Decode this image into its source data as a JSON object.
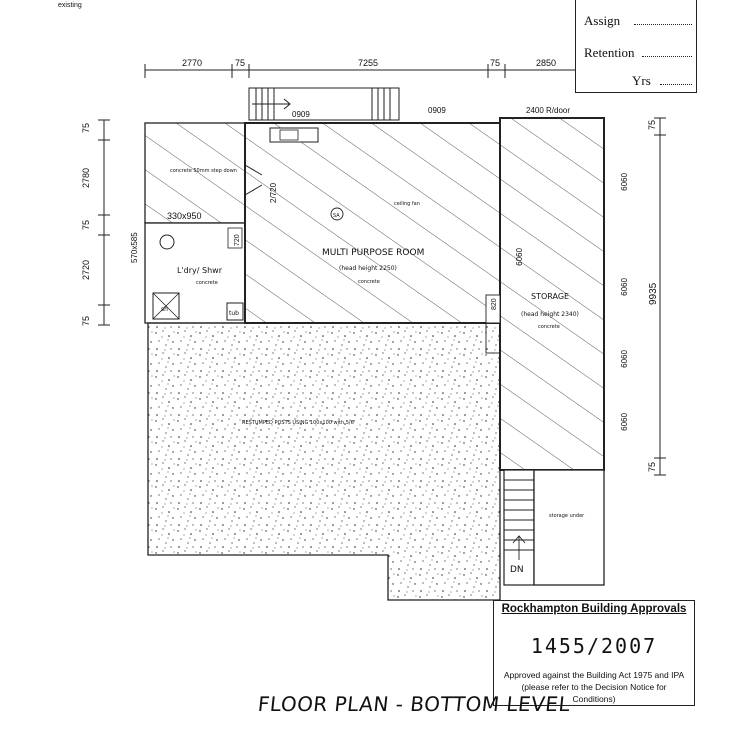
{
  "corner_note": "existing",
  "records_box": {
    "assign_label": "Assign",
    "retention_label": "Retention",
    "yrs_label": "Yrs"
  },
  "dimensions": {
    "top": [
      "2770",
      "75",
      "7255",
      "75",
      "2850"
    ],
    "left": [
      "75",
      "2780",
      "75",
      "2720",
      "75"
    ],
    "right_total": "9935",
    "right_top": "75",
    "right_bottom": "75",
    "door_labels": [
      "0909",
      "0909",
      "2400 R/door"
    ],
    "storage_doors": [
      "0909",
      "0909",
      "0909",
      "0909"
    ],
    "mpr_door_left": "2/720",
    "mpr_door_right": "0909",
    "bath_door": "720",
    "storage_door": "820",
    "opening_dims": "330x950",
    "cavity": "570x585"
  },
  "rooms": {
    "top_left_note": "concrete 50mm step down",
    "multi_purpose": "MULTI PURPOSE ROOM",
    "multi_purpose_sub": "(head height 2250)",
    "multi_purpose_floor": "concrete",
    "ceiling_note": "ceiling fan",
    "sa_symbol": "SA",
    "laundry": "L'dry/ Shwr",
    "laundry_floor": "concrete",
    "tub": "tub",
    "shower": "sh",
    "storage": "STORAGE",
    "storage_sub": "(head height 2340)",
    "storage_floor": "concrete",
    "posts_note": "RESTUMPED POSTS USING 100x100 with 5/6",
    "under_stair": "storage under",
    "stairs_dn": "DN"
  },
  "stamp": {
    "title": "Rockhampton Building Approvals",
    "number": "1455/2007",
    "note_line1": "Approved against the Building Act 1975 and IPA",
    "note_line2": "(please refer to the Decision Notice for Conditions)"
  },
  "plan_title": "FLOOR PLAN - BOTTOM LEVEL"
}
